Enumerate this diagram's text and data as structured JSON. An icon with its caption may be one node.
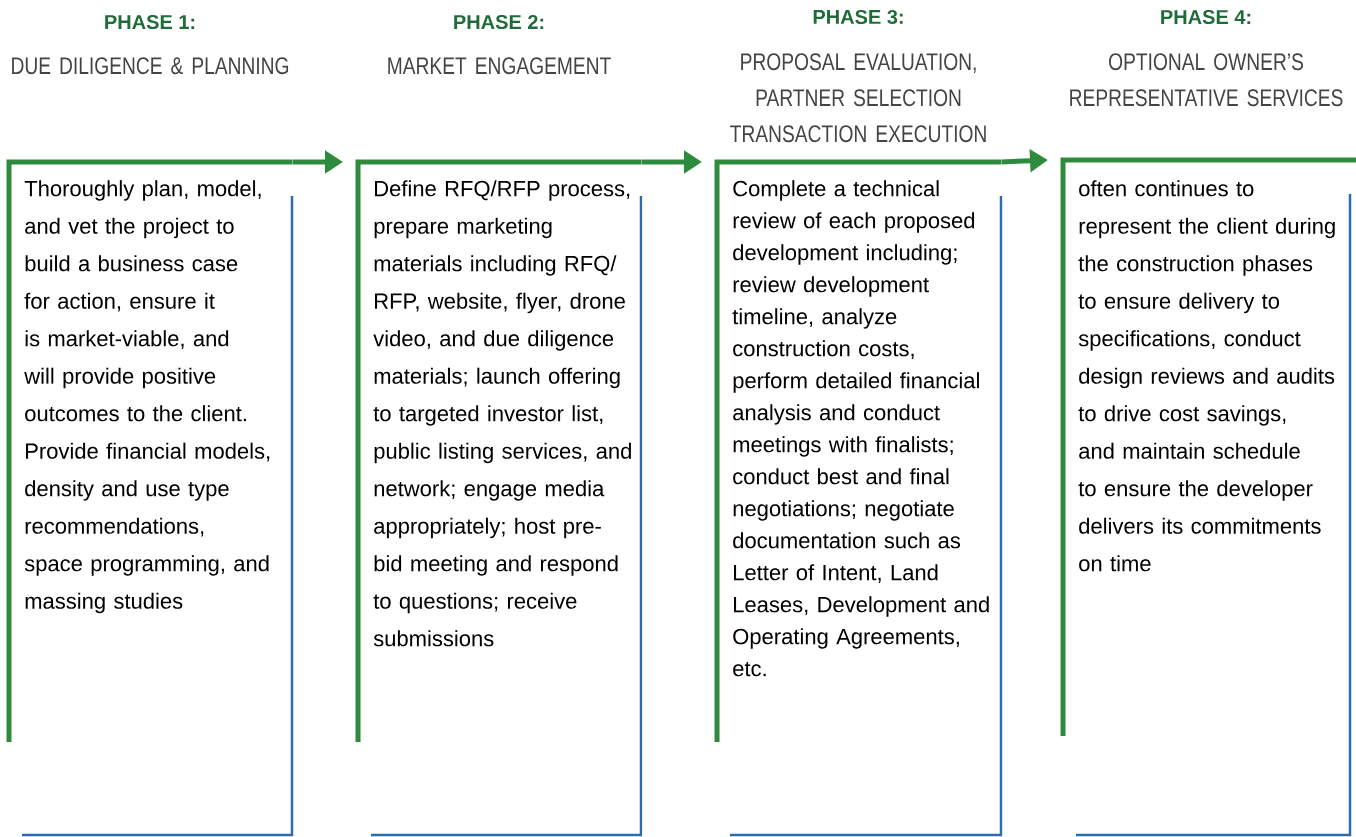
{
  "diagram": {
    "nodes": [
      {
        "text": [
          "PHASE 1:",
          "DUE DILIGENCE & PLANNING",
          "Thoroughly plan, model, and vet the project to build a business case for action, ensure it is market-viable, and will provide positive outcomes to the client. Provide financial models, density and use type recommendations, space programming, and massing studies"
        ]
      },
      {
        "text": [
          "PHASE 2:",
          "MARKET ENGAGEMENT",
          "Define RFQ/RFP process, prepare marketing materials including RFQ/ RFP, website, flyer, drone video, and due diligence materials; launch offering to targeted investor list, public listing services, and network; engage media appropriately; host pre-bid meeting and respond to questions; receive submissions"
        ]
      },
      {
        "text": [
          "PHASE 3:",
          "PROPOSAL EVALUATION, PARTNER SELECTION TRANSACTION EXECUTION",
          "Complete a technical review of each proposed development including; review development timeline, analyze construction costs, perform detailed financial analysis and conduct meetings with finalists; conduct best and final negotiations; negotiate documentation such as Letter of Intent, Land Leases, Development and Operating Agreements, etc."
        ]
      },
      {
        "text": [
          "PHASE 4:",
          "OPTIONAL OWNER’S REPRESENTATIVE SERVICES",
          "often continues to represent the client during the construction phases to ensure delivery to specifications, conduct design reviews and audits to drive cost savings, and maintain schedule to ensure the developer delivers its commitments on time"
        ]
      }
    ],
    "edges": [
      {
        "from": 0,
        "to": 1,
        "arrow": "to"
      },
      {
        "from": 1,
        "to": 2,
        "arrow": "to"
      },
      {
        "from": 2,
        "to": 3,
        "arrow": "to"
      }
    ]
  }
}
